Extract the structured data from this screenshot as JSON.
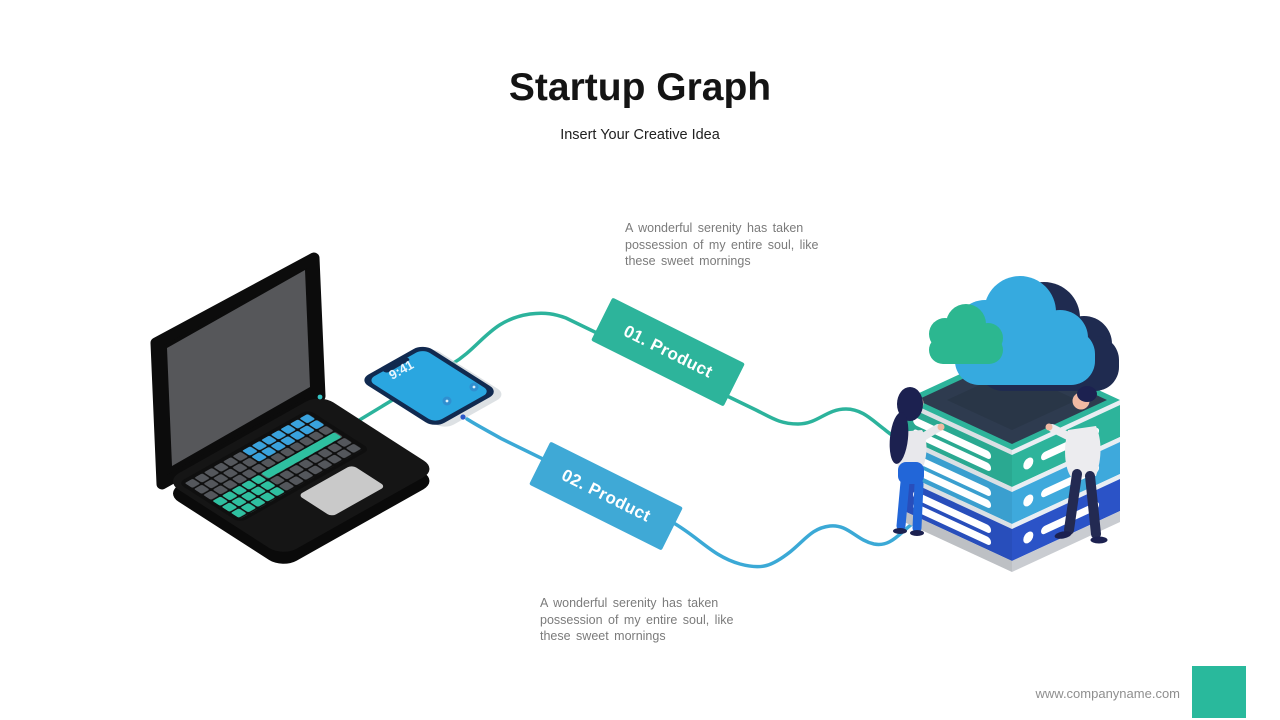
{
  "slide": {
    "title": "Startup Graph",
    "subtitle": "Insert Your Creative Idea",
    "footer": {
      "url": "www.companyname.com"
    }
  },
  "diagram": {
    "steps": [
      {
        "label": "01. Product",
        "description": "A wonderful serenity has taken possession of my entire soul, like these sweet mornings",
        "color": "#2db49b"
      },
      {
        "label": "02. Product",
        "description": "A wonderful serenity has taken possession of my entire soul, like these sweet mornings",
        "color": "#3fa9d6"
      }
    ]
  },
  "illustration": {
    "phone": {
      "time": "9:41"
    },
    "icons": [
      "laptop-icon",
      "smartphone-icon",
      "server-stack-icon",
      "cloud-icon",
      "woman-figure",
      "man-figure"
    ]
  },
  "colors": {
    "teal": "#2db49b",
    "blue": "#3fa9d6",
    "royal_blue": "#2b53c7",
    "navy": "#2e3b4f",
    "accent_square": "#29b99c"
  }
}
